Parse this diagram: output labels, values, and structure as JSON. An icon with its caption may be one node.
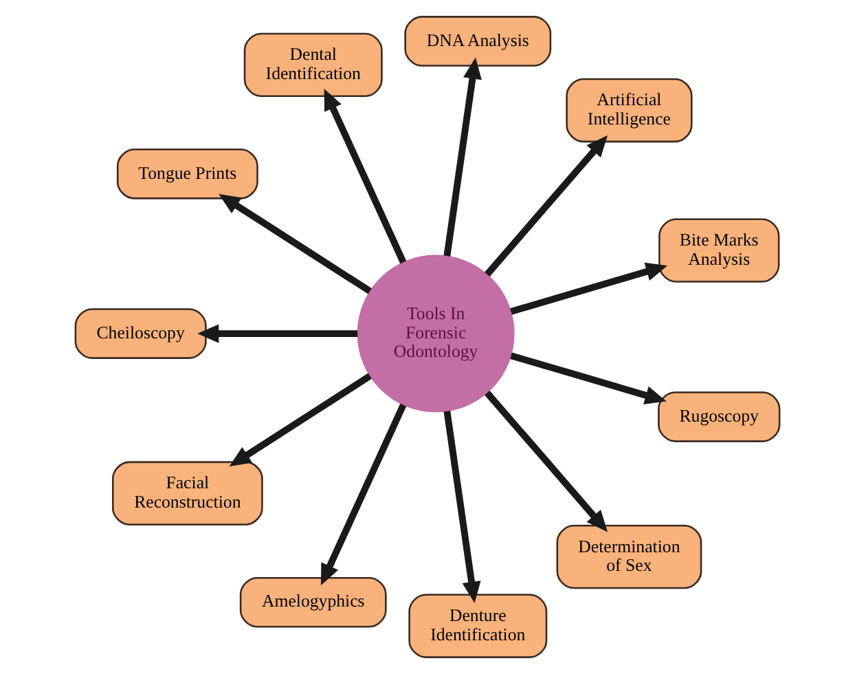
{
  "diagram": {
    "nodes": [
      {
        "text": [
          "Tools In Forensic Odontology"
        ]
      },
      {
        "text": [
          "Bite Marks Analysis"
        ]
      },
      {
        "text": [
          "Artificial Intelligence"
        ]
      },
      {
        "text": [
          "DNA Analysis"
        ]
      },
      {
        "text": [
          "Dental Identification"
        ]
      },
      {
        "text": [
          "Tongue Prints"
        ]
      },
      {
        "text": [
          "Cheiloscopy"
        ]
      },
      {
        "text": [
          "Facial Reconstruction"
        ]
      },
      {
        "text": [
          "Amelogyphics"
        ]
      },
      {
        "text": [
          "Denture Identification"
        ]
      },
      {
        "text": [
          "Determination of Sex"
        ]
      },
      {
        "text": [
          "Rugoscopy"
        ]
      }
    ],
    "edges": [
      {
        "from": 0,
        "to": 2,
        "arrow": "to"
      },
      {
        "from": 0,
        "to": 4,
        "arrow": "to"
      },
      {
        "from": 0,
        "to": 6,
        "arrow": "to"
      },
      {
        "from": 0,
        "to": 8,
        "arrow": "to"
      },
      {
        "from": 0,
        "to": 10,
        "arrow": "to"
      },
      {
        "from": 0,
        "to": 11,
        "arrow": "to"
      },
      {
        "from": 0,
        "to": 9,
        "arrow": "to"
      },
      {
        "from": 0,
        "to": 7,
        "arrow": "to"
      },
      {
        "from": 0,
        "to": 5,
        "arrow": "to"
      },
      {
        "from": 0,
        "to": 3,
        "arrow": "to"
      },
      {
        "from": 0,
        "to": 1,
        "arrow": "to"
      }
    ]
  }
}
